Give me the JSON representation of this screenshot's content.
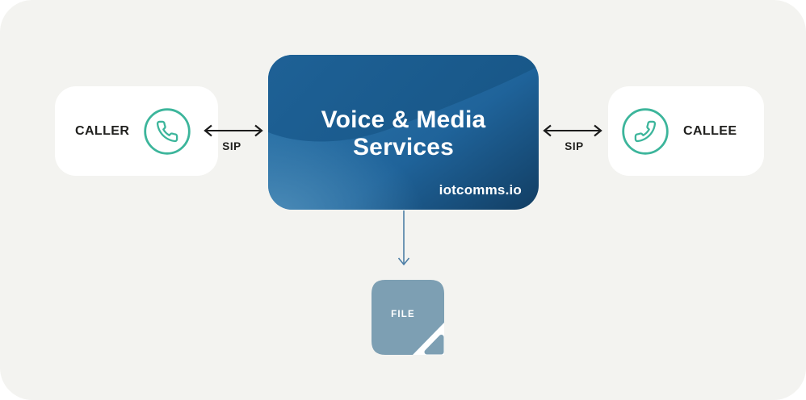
{
  "diagram": {
    "background": "#f3f3f0",
    "caller": {
      "label": "CALLER",
      "icon": "phone-icon"
    },
    "callee": {
      "label": "CALLEE",
      "icon": "phone-icon"
    },
    "service": {
      "title_line1": "Voice & Media",
      "title_line2": "Services",
      "brand": "iotcomms.io"
    },
    "file": {
      "label": "FILE",
      "icon": "file-icon"
    },
    "links": {
      "caller_service": {
        "label": "SIP",
        "type": "bidirectional-arrow"
      },
      "service_callee": {
        "label": "SIP",
        "type": "bidirectional-arrow"
      },
      "service_file": {
        "type": "down-arrow"
      }
    },
    "colors": {
      "teal": "#3cb59b",
      "service_blue_top": "#1e6196",
      "service_blue_mid": "#2a6fa3",
      "service_blue_light": "#4c8cb8",
      "service_blue_dark": "#123e63",
      "slate_file": "#7d9fb3",
      "steel_arrow": "#4d7fa6",
      "arrow_black": "#1c1c1c",
      "text_dark": "#20201e"
    }
  }
}
